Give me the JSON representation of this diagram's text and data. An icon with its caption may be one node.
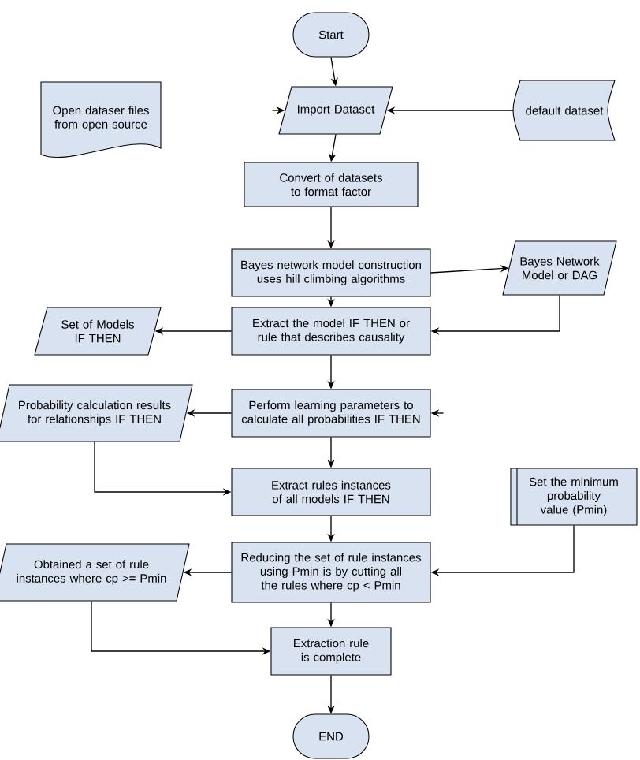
{
  "diagram": {
    "nodes": [
      {
        "text": [
          "Start"
        ]
      },
      {
        "text": [
          "Open dataser files from open source"
        ]
      },
      {
        "text": [
          "Import Dataset"
        ]
      },
      {
        "text": [
          "default dataset"
        ]
      },
      {
        "text": [
          "Convert of datasets to format factor"
        ]
      },
      {
        "text": [
          "Bayes network model construction uses hill climbing algorithms"
        ]
      },
      {
        "text": [
          "Bayes Network Model or DAG"
        ]
      },
      {
        "text": [
          "Set of Models IF THEN"
        ]
      },
      {
        "text": [
          "Extract the model IF THEN or rule that describes causality"
        ]
      },
      {
        "text": [
          "Probability calculation results for relationships IF THEN"
        ]
      },
      {
        "text": [
          "Perform learning parameters to calculate all probabilities IF THEN"
        ]
      },
      {
        "text": [
          "Extract rules instances of all models IF THEN"
        ]
      },
      {
        "text": [
          "Set the minimum probability value (Pmin)"
        ]
      },
      {
        "text": [
          "Obtained a set of rule instances where cp >= Pmin"
        ]
      },
      {
        "text": [
          "Reducing the set of rule instances using Pmin is by cutting all the rules where cp < Pmin"
        ]
      },
      {
        "text": [
          "Extraction rule is complete"
        ]
      },
      {
        "text": [
          "END"
        ]
      }
    ],
    "edges": [
      {
        "from": 0,
        "to": 2,
        "arrow": "to"
      },
      {
        "from": null,
        "to": 2,
        "arrow": "to"
      },
      {
        "from": 3,
        "to": 2,
        "arrow": "to"
      },
      {
        "from": 2,
        "to": 4,
        "arrow": "to"
      },
      {
        "from": 4,
        "to": 5,
        "arrow": "to"
      },
      {
        "from": 5,
        "to": 6,
        "arrow": "to"
      },
      {
        "from": 5,
        "to": 8,
        "arrow": "to"
      },
      {
        "from": 6,
        "to": 8,
        "arrow": "to"
      },
      {
        "from": 8,
        "to": 7,
        "arrow": "to"
      },
      {
        "from": 8,
        "to": 10,
        "arrow": "to"
      },
      {
        "from": null,
        "to": 10,
        "arrow": "to"
      },
      {
        "from": 10,
        "to": 9,
        "arrow": "to"
      },
      {
        "from": 9,
        "to": 11,
        "arrow": "to"
      },
      {
        "from": 10,
        "to": 11,
        "arrow": "to"
      },
      {
        "from": 11,
        "to": 14,
        "arrow": "to"
      },
      {
        "from": 12,
        "to": 14,
        "arrow": "to"
      },
      {
        "from": 14,
        "to": 13,
        "arrow": "to"
      },
      {
        "from": 13,
        "to": 15,
        "arrow": "to"
      },
      {
        "from": 14,
        "to": 15,
        "arrow": "to"
      },
      {
        "from": 15,
        "to": 16,
        "arrow": "to"
      }
    ]
  }
}
